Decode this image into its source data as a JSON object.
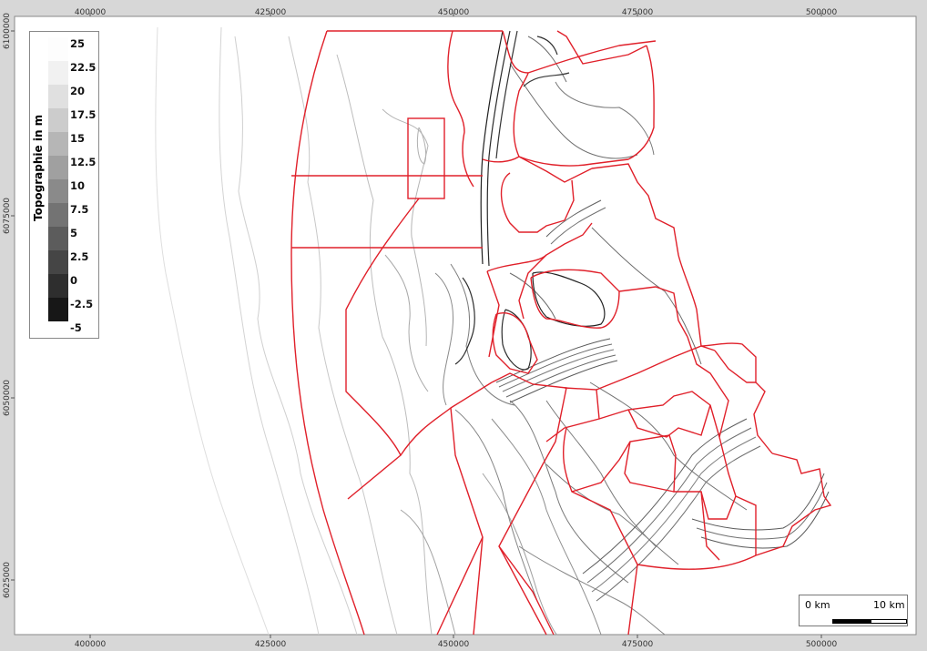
{
  "axes": {
    "x_ticks": [
      "400000",
      "425000",
      "450000",
      "475000",
      "500000"
    ],
    "y_ticks": [
      "6100000",
      "6075000",
      "6050000",
      "6025000"
    ]
  },
  "legend": {
    "title": "Topographie in m",
    "levels": [
      "25",
      "22.5",
      "20",
      "17.5",
      "15",
      "12.5",
      "10",
      "7.5",
      "5",
      "2.5",
      "0",
      "-2.5",
      "-5"
    ]
  },
  "scale_bar": {
    "start_label": "0 km",
    "end_label": "10 km"
  },
  "colors": {
    "boundary": "#e0202a",
    "contour_deep": "#2f2f2f",
    "contour_mid": "#7a7a7a",
    "contour_light": "#c4c4c4"
  }
}
